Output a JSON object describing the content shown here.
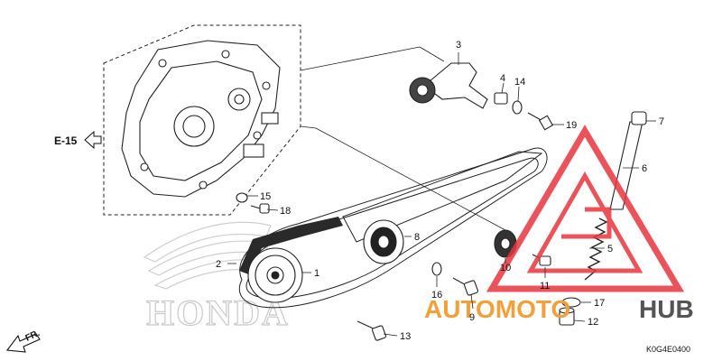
{
  "diagram": {
    "code": "K0G4E0400",
    "reference": "E-15",
    "direction": "FR.",
    "brand": "HONDA"
  },
  "watermark": {
    "word_a": "AUTOMOTO",
    "word_b": "HUB",
    "color_a": "#f2a03a",
    "color_b": "#555555",
    "logo_color": "#e8363f"
  },
  "parts": [
    {
      "number": "1"
    },
    {
      "number": "2"
    },
    {
      "number": "3"
    },
    {
      "number": "4"
    },
    {
      "number": "5"
    },
    {
      "number": "6"
    },
    {
      "number": "7"
    },
    {
      "number": "8"
    },
    {
      "number": "9"
    },
    {
      "number": "10"
    },
    {
      "number": "11"
    },
    {
      "number": "12"
    },
    {
      "number": "13"
    },
    {
      "number": "14"
    },
    {
      "number": "15"
    },
    {
      "number": "16"
    },
    {
      "number": "17"
    },
    {
      "number": "18"
    },
    {
      "number": "19"
    }
  ]
}
